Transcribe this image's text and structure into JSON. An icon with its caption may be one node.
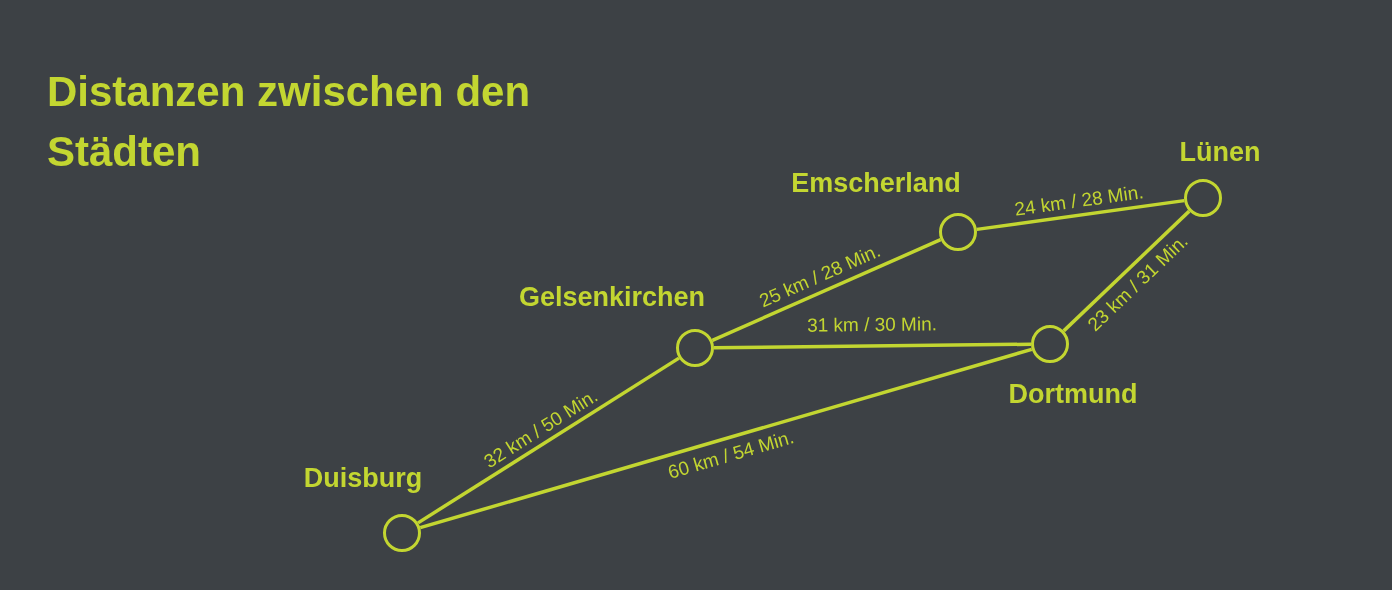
{
  "diagram": {
    "title": "Distanzen zwischen den Städten",
    "nodes": [
      {
        "text": [],
        "shape": "circle",
        "beside": [
          "Lünen"
        ]
      },
      {
        "text": [],
        "shape": "circle",
        "beside": [
          "Emscherland"
        ]
      },
      {
        "text": [],
        "shape": "circle",
        "beside": [
          "Gelsenkirchen"
        ]
      },
      {
        "text": [],
        "shape": "circle",
        "beside": [
          "Dortmund"
        ]
      },
      {
        "text": [],
        "shape": "circle",
        "beside": [
          "Duisburg"
        ]
      }
    ],
    "edges": [
      {
        "from": 1,
        "to": 0,
        "arrow": "none",
        "label": "24 km / 28 Min."
      },
      {
        "from": 2,
        "to": 1,
        "arrow": "none",
        "label": "25 km / 28 Min."
      },
      {
        "from": 2,
        "to": 3,
        "arrow": "none",
        "label": "31 km / 30 Min."
      },
      {
        "from": 3,
        "to": 0,
        "arrow": "none",
        "label": "23 km / 31 Min."
      },
      {
        "from": 4,
        "to": 2,
        "arrow": "none",
        "label": "32 km / 50 Min."
      },
      {
        "from": 4,
        "to": 3,
        "arrow": "none",
        "label": "60 km / 54 Min."
      }
    ]
  }
}
